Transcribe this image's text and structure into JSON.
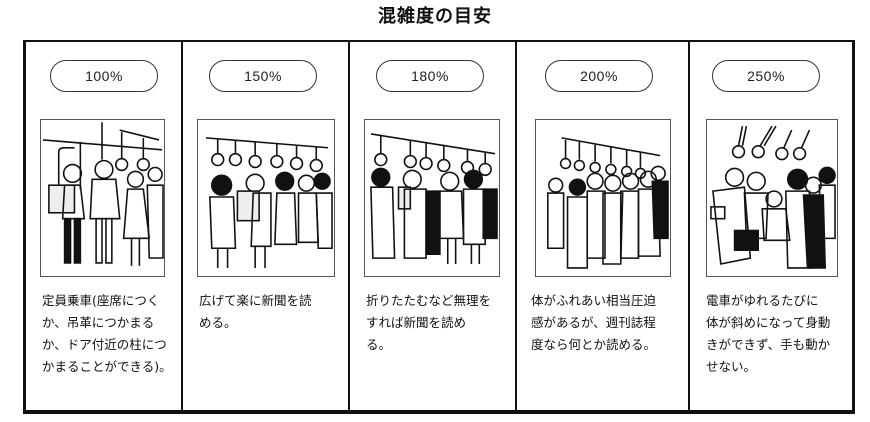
{
  "title": "混雑度の目安",
  "columns": [
    {
      "level": "100%",
      "illustration": "train-crowd-100-icon",
      "description": "定員乗車(座席につく\nか、吊革につかまる\nか、ドア付近の柱につ\nかまることができる)。"
    },
    {
      "level": "150%",
      "illustration": "train-crowd-150-icon",
      "description": "広げて楽に新聞を読\nめる。"
    },
    {
      "level": "180%",
      "illustration": "train-crowd-180-icon",
      "description": "折りたたむなど無理を\nすれば新聞を読め\nる。"
    },
    {
      "level": "200%",
      "illustration": "train-crowd-200-icon",
      "description": "体がふれあい相当圧迫\n感があるが、週刊誌程\n度なら何とか読める。"
    },
    {
      "level": "250%",
      "illustration": "train-crowd-250-icon",
      "description": "電車がゆれるたびに\n体が斜めになって身動\nきができず、手も動か\nせない。"
    }
  ],
  "colors": {
    "line": "#111111",
    "background": "#ffffff"
  }
}
